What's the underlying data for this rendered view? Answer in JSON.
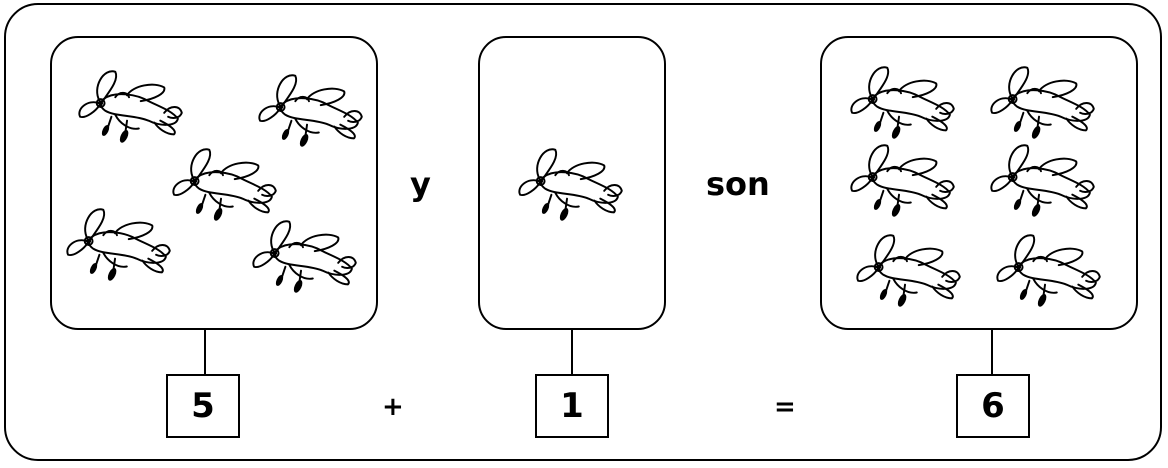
{
  "equation": {
    "word_and": "y",
    "word_are": "son",
    "plus_sign": "+",
    "equals_sign": "=",
    "first_number": "5",
    "second_number": "1",
    "result_number": "6"
  },
  "groups": {
    "first_count": 5,
    "second_count": 1,
    "result_count": 6,
    "item_icon": "propeller-plane-icon"
  }
}
